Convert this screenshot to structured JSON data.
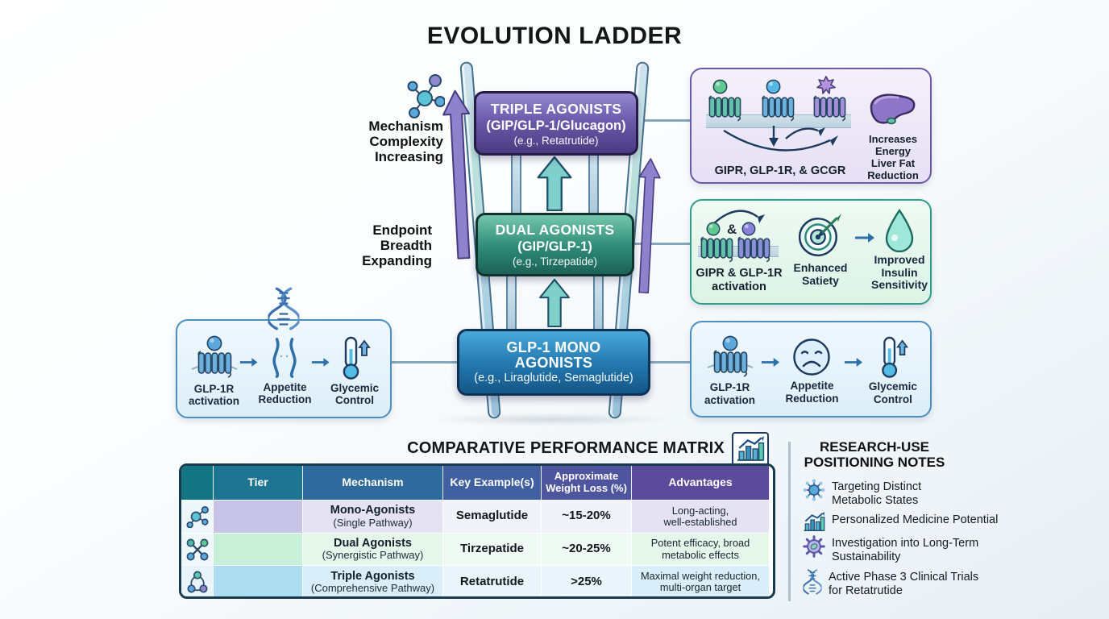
{
  "title": "EVOLUTION LADDER",
  "colors": {
    "sign_purple": "#5a4b99",
    "sign_green": "#1f7a68",
    "sign_blue": "#1c699f",
    "panel_purple_border": "#6a5aa8",
    "panel_green_border": "#2f9d8a",
    "panel_blue_border": "#4a8fc0",
    "table_border": "#173a4d"
  },
  "ladder": {
    "rungs": [
      {
        "title": "TRIPLE AGONISTS",
        "subtitle": "(GIP/GLP-1/Glucagon)",
        "example": "(e.g., Retatrutide)"
      },
      {
        "title": "DUAL AGONISTS",
        "subtitle": "(GIP/GLP-1)",
        "example": "(e.g., Tirzepatide)"
      },
      {
        "title": "GLP-1 MONO AGONISTS",
        "example": "(e.g., Liraglutide, Semaglutide)"
      }
    ],
    "side_labels": [
      {
        "text": "Mechanism\nComplexity\nIncreasing"
      },
      {
        "text": "Endpoint\nBreadth\nExpanding"
      }
    ]
  },
  "panels": {
    "left": {
      "items": [
        {
          "icon": "glp1r-receptor-icon",
          "label": "GLP-1R\nactivation"
        },
        {
          "icon": "waist-icon",
          "label": "Appetite\nReduction"
        },
        {
          "icon": "thermometer-icon",
          "label": "Glycemic\nControl"
        }
      ]
    },
    "top_right": {
      "receptors_label": "GIPR, GLP-1R, & GCGR",
      "outcome": "Increases\nEnergy\nLiver Fat\nReduction"
    },
    "mid_right": {
      "amp": "&",
      "receptors_label": "GIPR & GLP-1R\nactivation",
      "satiety": "Enhanced\nSatiety",
      "insulin": "Improved\nInsulin\nSensitivity"
    },
    "bottom_right": {
      "items": [
        {
          "icon": "glp1r-receptor-icon",
          "label": "GLP-1R\nactivation"
        },
        {
          "icon": "sad-face-icon",
          "label": "Appetite\nReduction"
        },
        {
          "icon": "thermometer-icon",
          "label": "Glycemic\nControl"
        }
      ]
    }
  },
  "matrix": {
    "title": "COMPARATIVE PERFORMANCE MATRIX",
    "headers": [
      "",
      "Tier",
      "Mechanism",
      "Key Example(s)",
      "Approximate\nWeight Loss (%)",
      "Advantages"
    ],
    "rows": [
      {
        "icon": "mono-molecule-icon",
        "mechanism": "Mono-Agonists",
        "pathway": "(Single Pathway)",
        "example": "Semaglutide",
        "weight_loss": "~15-20%",
        "advantages": "Long-acting,\nwell-established"
      },
      {
        "icon": "dual-molecule-icon",
        "mechanism": "Dual Agonists",
        "pathway": "(Synergistic Pathway)",
        "example": "Tirzepatide",
        "weight_loss": "~20-25%",
        "advantages": "Potent efficacy, broad\nmetabolic effects"
      },
      {
        "icon": "triple-molecule-icon",
        "mechanism": "Triple Agonists",
        "pathway": "(Comprehensive Pathway)",
        "example": "Retatrutide",
        "weight_loss": ">25%",
        "advantages": "Maximal weight reduction,\nmulti-organ target"
      }
    ]
  },
  "notes": {
    "title": "RESEARCH-USE\nPOSITIONING NOTES",
    "items": [
      {
        "icon": "molecule-icon",
        "text": "Targeting Distinct\nMetabolic States"
      },
      {
        "icon": "bar-chart-icon",
        "text": "Personalized Medicine Potential"
      },
      {
        "icon": "gear-icon",
        "text": "Investigation into Long-Term\nSustainability"
      },
      {
        "icon": "dna-icon",
        "text": "Active Phase 3 Clinical Trials\nfor Retatrutide"
      }
    ]
  }
}
